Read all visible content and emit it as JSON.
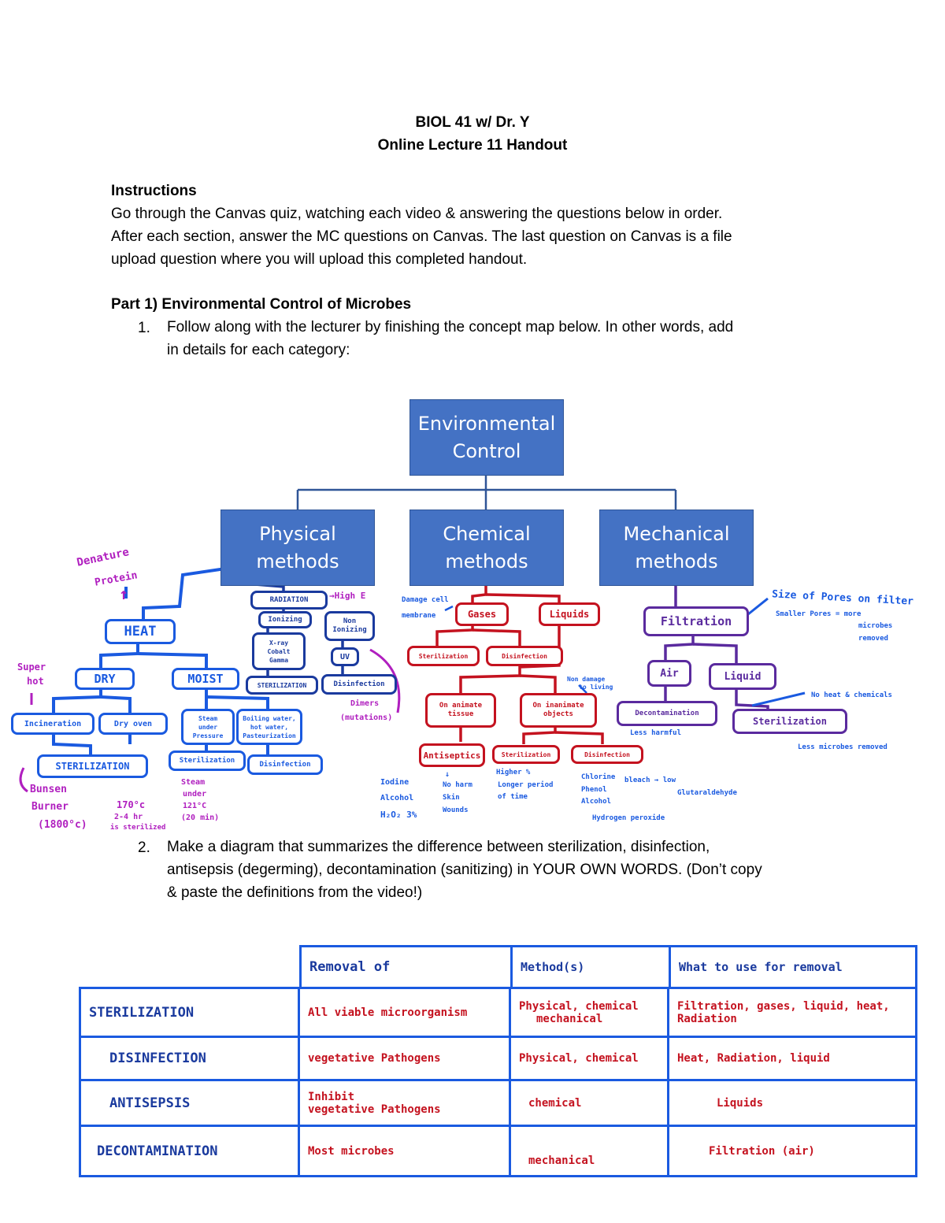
{
  "header": {
    "course": "BIOL 41 w/ Dr. Y",
    "title": "Online Lecture 11 Handout"
  },
  "instructions": {
    "heading": "Instructions",
    "lines": [
      "Go through the Canvas quiz, watching each video & answering the questions below in order.",
      "After each section, answer the MC questions on Canvas. The last question on Canvas is a file",
      "upload question where you will upload this completed handout."
    ]
  },
  "part1": {
    "heading": "Part 1) Environmental Control of Microbes",
    "q1": {
      "num": "1.",
      "lines": [
        "Follow along with the lecturer by finishing the concept map below. In other words, add",
        "in details for each category:"
      ]
    },
    "q2": {
      "num": "2.",
      "lines": [
        "Make a diagram that summarizes the difference between sterilization, disinfection,",
        "antisepsis (degerming), decontamination (sanitizing) in YOUR OWN WORDS. (Don’t copy",
        "& paste the definitions from the video!)"
      ]
    }
  },
  "concept_map": {
    "root": [
      "Environmental",
      "Control"
    ],
    "physical": [
      "Physical",
      "methods"
    ],
    "chemical": [
      "Chemical",
      "methods"
    ],
    "mechanical": [
      "Mechanical",
      "methods"
    ],
    "heat": {
      "heat": "HEAT",
      "dry": "DRY",
      "moist": "MOIST",
      "incineration": "Incineration",
      "dry_oven": "Dry oven",
      "sterilization": "STERILIZATION",
      "denature": "Denature",
      "protein": "Protein",
      "super_hot_1": "Super",
      "super_hot_2": "hot",
      "bunsen_1": "Bunsen",
      "bunsen_2": "Burner",
      "bunsen_3": "(1800°c)",
      "oven_temp_1": "170°c",
      "oven_temp_2": "2-4 hr",
      "oven_temp_3": "is sterilized",
      "steam_1": "Steam",
      "steam_2": "under",
      "steam_3": "Pressure",
      "boiling_1": "Boiling water,",
      "boiling_2": "hot water,",
      "boiling_3": "Pasteurization",
      "moist_sterilization": "Sterilization",
      "moist_disinfection": "Disinfection",
      "autoclave_1": "Steam",
      "autoclave_2": "under",
      "autoclave_3": "121°C",
      "autoclave_4": "(20 min)"
    },
    "radiation": {
      "radiation": "RADIATION",
      "high_e": "→High E",
      "ionizing": "Ionizing",
      "non_ionizing_1": "Non",
      "non_ionizing_2": "Ionizing",
      "xray_1": "X-ray",
      "xray_2": "Cobalt",
      "xray_3": "Gamma",
      "uv": "UV",
      "sterilization": "STERILIZATION",
      "disinfection": "Disinfection",
      "dimers_1": "Dimers",
      "dimers_2": "(mutations)"
    },
    "chemical_branch": {
      "note_1": "Damage cell",
      "note_2": "membrane",
      "gases": "Gases",
      "liquids": "Liquids",
      "sterilization": "Sterilization",
      "disinfection": "Disinfection",
      "non_damage_1": "Non damage",
      "non_damage_2": "to living",
      "on_animate_1": "On animate",
      "on_animate_2": "tissue",
      "on_inanimate_1": "On inanimate",
      "on_inanimate_2": "objects",
      "antiseptics": "Antiseptics",
      "ster2": "Sterilization",
      "dis2": "Disinfection",
      "ex1": [
        "Iodine",
        "Alcohol",
        "H₂O₂ 3%"
      ],
      "ex2": [
        "↓",
        "No harm",
        "Skin",
        "Wounds"
      ],
      "ex3": [
        "Higher %",
        "Longer period",
        "of time"
      ],
      "ex4": [
        "Chlorine",
        "Phenol",
        "Alcohol",
        "Hydrogen peroxide"
      ],
      "ex5": "bleach → low",
      "ex6": "Glutaraldehyde"
    },
    "mechanical_branch": {
      "filtration": "Filtration",
      "air": "Air",
      "liquid": "Liquid",
      "decontamination": "Decontamination",
      "sterilization": "Sterilization",
      "note1": "Size of Pores on filter",
      "note2": "Smaller Pores = more",
      "note3": "microbes",
      "note4": "removed",
      "note5": "No heat & chemicals",
      "note6": "Less harmful",
      "note7": "Less microbes removed"
    }
  },
  "table": {
    "headers": [
      "Removal of",
      "Method(s)",
      "What to use for removal"
    ],
    "rows": [
      {
        "label": "STERILIZATION",
        "removal": "All viable microorganism",
        "methods": [
          "Physical, chemical",
          "mechanical"
        ],
        "use": [
          "Filtration, gases, liquid, heat,",
          "Radiation"
        ]
      },
      {
        "label": "DISINFECTION",
        "removal": "vegetative Pathogens",
        "methods": [
          "Physical, chemical"
        ],
        "use": [
          "Heat, Radiation, liquid"
        ]
      },
      {
        "label": "ANTISEPSIS",
        "removal_1": "Inhibit",
        "removal_2": "vegetative Pathogens",
        "methods": [
          "chemical"
        ],
        "use": [
          "Liquids"
        ]
      },
      {
        "label": "DECONTAMINATION",
        "removal": "Most microbes",
        "methods": [
          "mechanical"
        ],
        "use": [
          "Filtration (air)"
        ]
      }
    ]
  }
}
